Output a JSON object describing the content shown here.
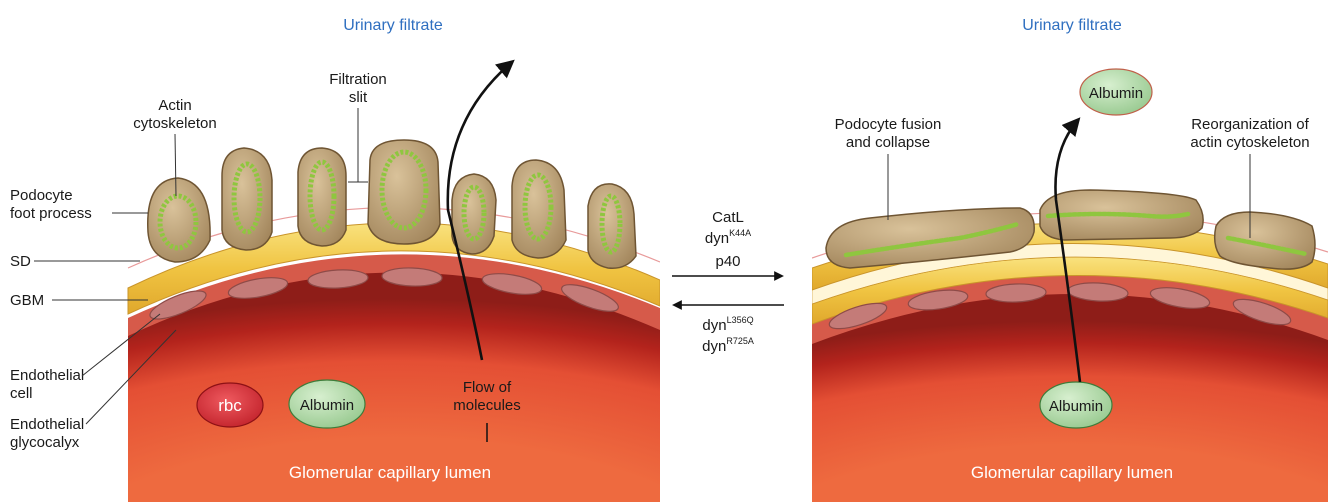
{
  "left_panel": {
    "top_label": "Urinary filtrate",
    "bottom_label": "Glomerular capillary lumen",
    "labels": {
      "actin": [
        "Actin",
        "cytoskeleton"
      ],
      "filtration_slit": [
        "Filtration",
        "slit"
      ],
      "podocyte": [
        "Podocyte",
        "foot process"
      ],
      "sd": "SD",
      "gbm": "GBM",
      "endothelial_cell": [
        "Endothelial",
        "cell"
      ],
      "glycocalyx": [
        "Endothelial",
        "glycocalyx"
      ],
      "flow": [
        "Flow of",
        "molecules"
      ]
    },
    "rbc": "rbc",
    "albumin": "Albumin"
  },
  "middle": {
    "forward": {
      "line1": "CatL",
      "line2_base": "dyn",
      "line2_sup": "K44A",
      "line3": "p40"
    },
    "reverse": {
      "line1_base": "dyn",
      "line1_sup": "L356Q",
      "line2_base": "dyn",
      "line2_sup": "R725A"
    }
  },
  "right_panel": {
    "top_label": "Urinary filtrate",
    "bottom_label": "Glomerular capillary lumen",
    "labels": {
      "fusion": [
        "Podocyte fusion",
        "and collapse"
      ],
      "reorg": [
        "Reorganization of",
        "actin cytoskeleton"
      ]
    },
    "albumin_top": "Albumin",
    "albumin_bottom": "Albumin"
  },
  "colors": {
    "lumen": "#e8583a",
    "lumen_dark": "#b3231c",
    "gbm": "#f2c94c",
    "endothelium": "#c97c7c",
    "podocyte": "#b89b72",
    "actin": "#8fc63f",
    "albumin": "#a9d6a0",
    "rbc": "#d8262e",
    "title_blue": "#2f6fc0"
  }
}
